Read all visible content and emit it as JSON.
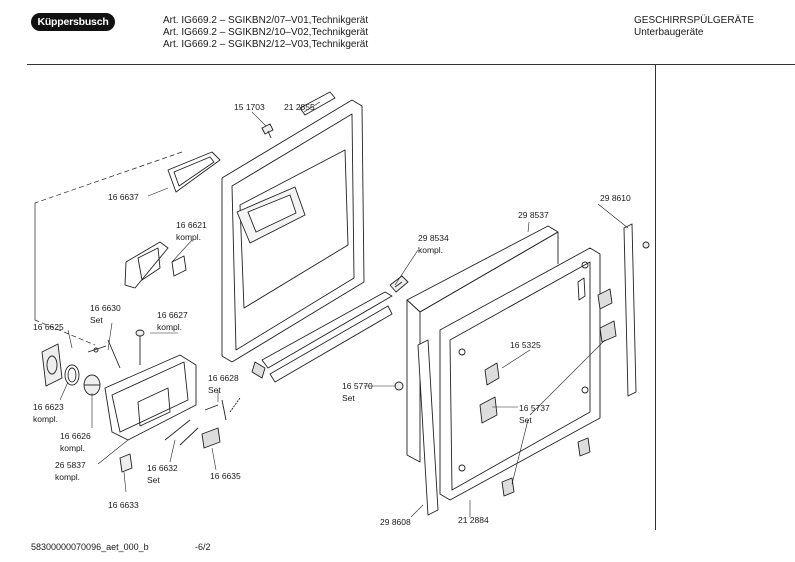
{
  "brand": "Küppersbusch",
  "header": {
    "articles": [
      "Art. IG669.2 – SGIKBN2/07–V01,Technikgerät",
      "Art. IG669.2 – SGIKBN2/10–V02,Technikgerät",
      "Art. IG669.2 – SGIKBN2/12–V03,Technikgerät"
    ],
    "category": "GESCHIRRSPÜLGERÄTE",
    "subcategory": "Unterbaugeräte"
  },
  "parts": {
    "p151703": "15 1703",
    "p212855": "21 2855",
    "p166637": "16 6637",
    "p166621": "16 6621",
    "p166621_note": "kompl.",
    "p298534": "29 8534",
    "p298534_note": "kompl.",
    "p298537": "29 8537",
    "p298610": "29 8610",
    "p166630": "16 6630",
    "p166630_note": "Set",
    "p166627": "16 6627",
    "p166627_note": "kompl.",
    "p166625": "16 6625",
    "p166623": "16 6623",
    "p166623_note": "kompl.",
    "p166626": "16 6626",
    "p166626_note": "kompl.",
    "p265837": "26 5837",
    "p265837_note": "kompl.",
    "p166628": "16 6628",
    "p166628_note": "Set",
    "p166632": "16 6632",
    "p166632_note": "Set",
    "p166635": "16 6635",
    "p166633": "16 6633",
    "p165325": "16 5325",
    "p165770": "16 5770",
    "p165770_note": "Set",
    "p165737": "16 5737",
    "p165737_note": "Set",
    "p298608": "29 8608",
    "p212884": "21 2884"
  },
  "footer": {
    "doc_id": "58300000070096_aet_000_b",
    "page": "-6/2"
  }
}
